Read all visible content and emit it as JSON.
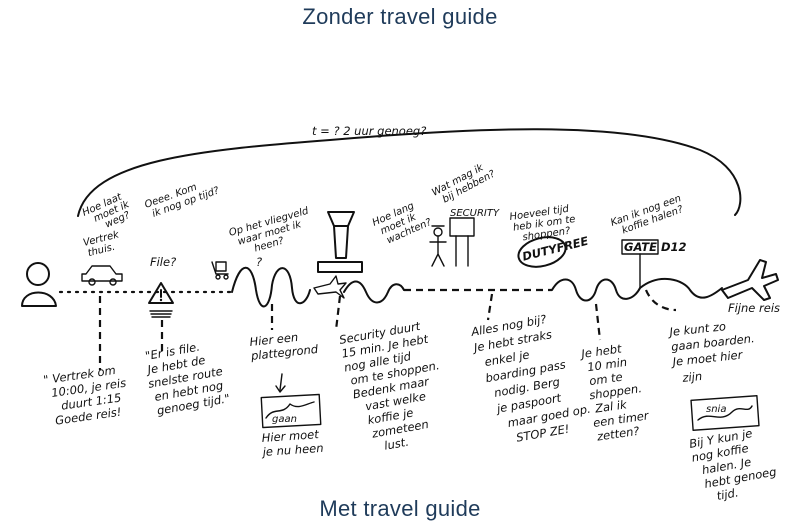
{
  "titles": {
    "top": "Zonder travel guide",
    "bottom": "Met travel guide"
  },
  "top_arc_label": "t = ?   2 uur genoeg?",
  "top_notes": [
    {
      "id": "leave",
      "lines": [
        "Hoe laat",
        "moet ik",
        "weg?"
      ]
    },
    {
      "id": "depart",
      "lines": [
        "Vertrek",
        "thuis."
      ]
    },
    {
      "id": "traffic",
      "lines": [
        "Oeee. Kom",
        "ik nog op tijd?"
      ]
    },
    {
      "id": "file",
      "lines": [
        "File?"
      ]
    },
    {
      "id": "checkin",
      "lines": [
        "Op het vliegveld",
        "waar moet ik",
        "heen?"
      ]
    },
    {
      "id": "security",
      "lines": [
        "Hoe lang",
        "moet ik",
        "wachten?"
      ]
    },
    {
      "id": "boarding",
      "lines": [
        "Wat mag ik",
        "bij hebben?"
      ]
    },
    {
      "id": "shopping",
      "lines": [
        "Hoeveel tijd",
        "heb ik om te",
        "shoppen?"
      ]
    },
    {
      "id": "coffee",
      "lines": [
        "Kan ik nog een",
        "koffie halen?"
      ]
    }
  ],
  "signs": {
    "security": "SECURITY",
    "dutyfree": "DUTYFREE",
    "gate": "GATE D12"
  },
  "end_label": "Fijne reis",
  "bottom_notes": [
    {
      "id": "b1",
      "lines": [
        "\" Vertrek om",
        "10:00, je reis",
        "duurt 1:15",
        "Goede reis!"
      ]
    },
    {
      "id": "b2",
      "lines": [
        "\"Er is file.",
        "Je hebt de",
        "snelste route",
        "en hebt nog",
        "genoeg tijd.\""
      ]
    },
    {
      "id": "b3",
      "lines": [
        "Hier een",
        "plattegrond"
      ]
    },
    {
      "id": "b3b",
      "lines": [
        "Hier moet",
        "je nu heen"
      ]
    },
    {
      "id": "b4",
      "lines": [
        "Security duurt",
        "15 min. Je hebt",
        "nog alle tijd",
        "om te shoppen.",
        "Bedenk maar",
        "vast welke",
        "koffie je",
        "zometeen",
        "lust."
      ]
    },
    {
      "id": "b5",
      "lines": [
        "Alles nog bij?",
        "Je hebt straks",
        "enkel je",
        "boarding pass",
        "nodig. Berg",
        "je paspoort",
        "maar goed op.",
        "STOP ZE!"
      ]
    },
    {
      "id": "b6",
      "lines": [
        "Je hebt",
        "10 min",
        "om te",
        "shoppen.",
        "Zal ik",
        "een timer",
        "zetten?"
      ]
    },
    {
      "id": "b7",
      "lines": [
        "Je kunt zo",
        "gaan boarden.",
        "Je moet hier",
        "zijn"
      ]
    },
    {
      "id": "b7b",
      "lines": [
        "Bij Y kun je",
        "nog koffie",
        "halen. Je",
        "hebt genoeg",
        "tijd."
      ]
    }
  ],
  "map_word": "gaan",
  "map_word2": "snia"
}
